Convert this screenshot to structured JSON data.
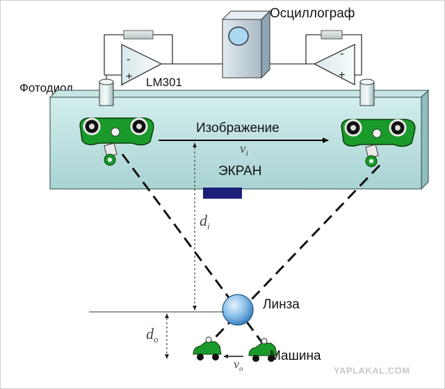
{
  "labels": {
    "oscillograph": "Осциллограф",
    "photodiode": "Фотодиод",
    "amplifier": "LM301",
    "image": "Изображение",
    "screen": "ЭКРАН",
    "lens": "Линза",
    "car": "Машина",
    "vi_letter": "v",
    "vi_sub": "i",
    "di_letter": "d",
    "di_sub": "i",
    "do_letter": "d",
    "do_sub": "o",
    "vo_letter": "v",
    "vo_sub": "o",
    "amp_minus": "-",
    "amp_plus": "+",
    "watermark": "YAPLAKAL.COM"
  },
  "colors": {
    "screen_fill": "#b9dede",
    "car_green": "#1a9a2a",
    "lens_blue": "#7ab6e6",
    "marker_navy": "#1c1f78",
    "oscillograph_fill": "#c7d4dc"
  }
}
